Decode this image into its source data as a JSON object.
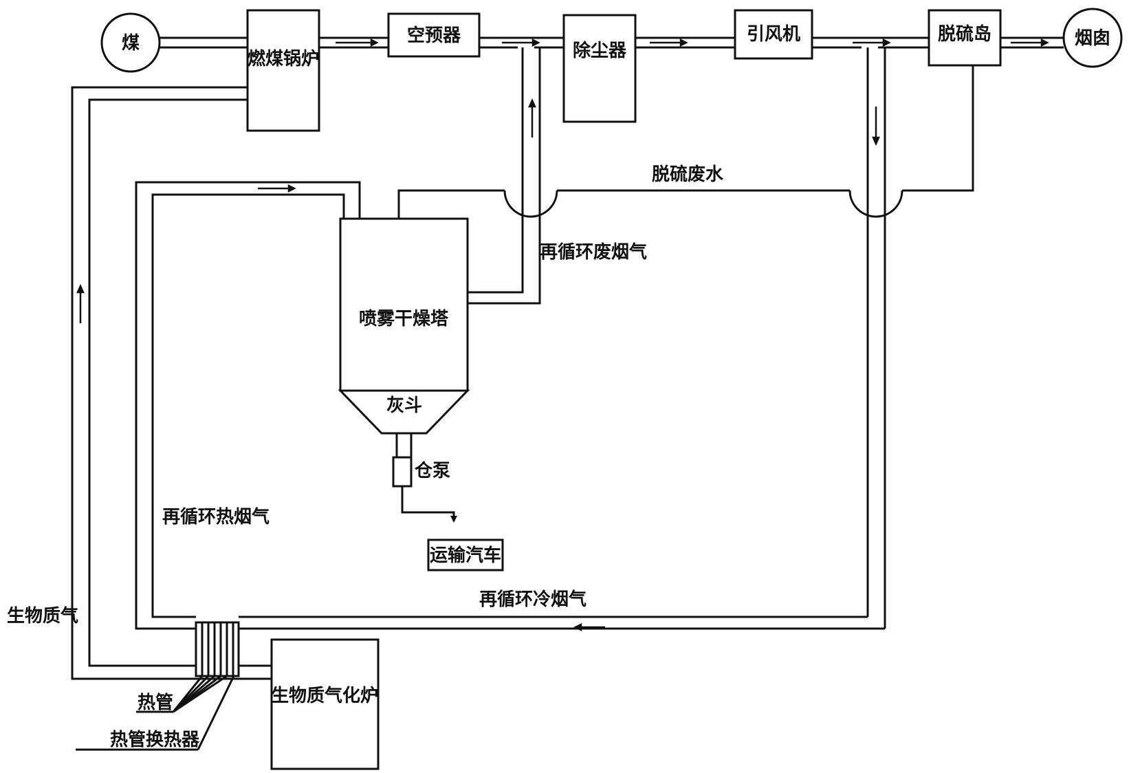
{
  "nodes": {
    "coal": "煤",
    "boiler": "燃煤锅炉",
    "air_preheater": "空预器",
    "dust_collector": "除尘器",
    "induced_fan": "引风机",
    "desulfurization": "脱硫岛",
    "chimney": "烟囱",
    "spray_dryer": "喷雾干燥塔",
    "ash_hopper": "灰斗",
    "silo_pump": "仓泵",
    "transport_truck": "运输汽车",
    "biomass_gasifier": "生物质气化炉"
  },
  "labels": {
    "desulfurization_wastewater": "脱硫废水",
    "recirculated_waste_flue_gas": "再循环废烟气",
    "recirculated_hot_flue_gas": "再循环热烟气",
    "recirculated_cold_flue_gas": "再循环冷烟气",
    "biomass_gas": "生物质气",
    "heat_pipe": "热管",
    "heat_pipe_exchanger": "热管换热器"
  }
}
